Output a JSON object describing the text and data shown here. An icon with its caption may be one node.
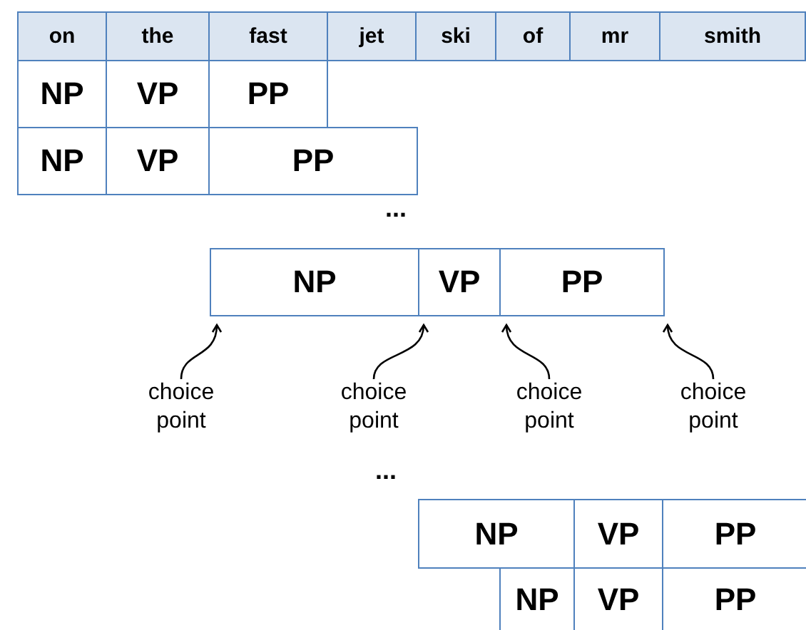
{
  "diagram": {
    "nodes": [
      {
        "text": [
          "on"
        ]
      },
      {
        "text": [
          "the"
        ]
      },
      {
        "text": [
          "fast"
        ]
      },
      {
        "text": [
          "jet"
        ]
      },
      {
        "text": [
          "ski"
        ]
      },
      {
        "text": [
          "of"
        ]
      },
      {
        "text": [
          "mr"
        ]
      },
      {
        "text": [
          "smith"
        ]
      },
      {
        "text": [
          "NP"
        ]
      },
      {
        "text": [
          "VP"
        ]
      },
      {
        "text": [
          "PP"
        ]
      },
      {
        "text": [
          "NP"
        ]
      },
      {
        "text": [
          "VP"
        ]
      },
      {
        "text": [
          "PP"
        ]
      },
      {
        "text": [
          "NP"
        ]
      },
      {
        "text": [
          "VP"
        ]
      },
      {
        "text": [
          "PP"
        ]
      },
      {
        "text": [
          "NP"
        ]
      },
      {
        "text": [
          "VP"
        ]
      },
      {
        "text": [
          "PP"
        ]
      },
      {
        "text": [
          "NP"
        ]
      },
      {
        "text": [
          "VP"
        ]
      },
      {
        "text": [
          "PP"
        ]
      },
      {
        "text": [
          "choice point"
        ]
      },
      {
        "text": [
          "choice point"
        ]
      },
      {
        "text": [
          "choice point"
        ]
      },
      {
        "text": [
          "choice point"
        ]
      }
    ],
    "edges": [
      {
        "from": 23,
        "to": 14,
        "arrow": "to"
      },
      {
        "from": 24,
        "to": 15,
        "arrow": "to"
      },
      {
        "from": 25,
        "to": 15,
        "arrow": "to"
      },
      {
        "from": 26,
        "to": 16,
        "arrow": "to"
      }
    ],
    "labels": [
      "...",
      "..."
    ]
  }
}
